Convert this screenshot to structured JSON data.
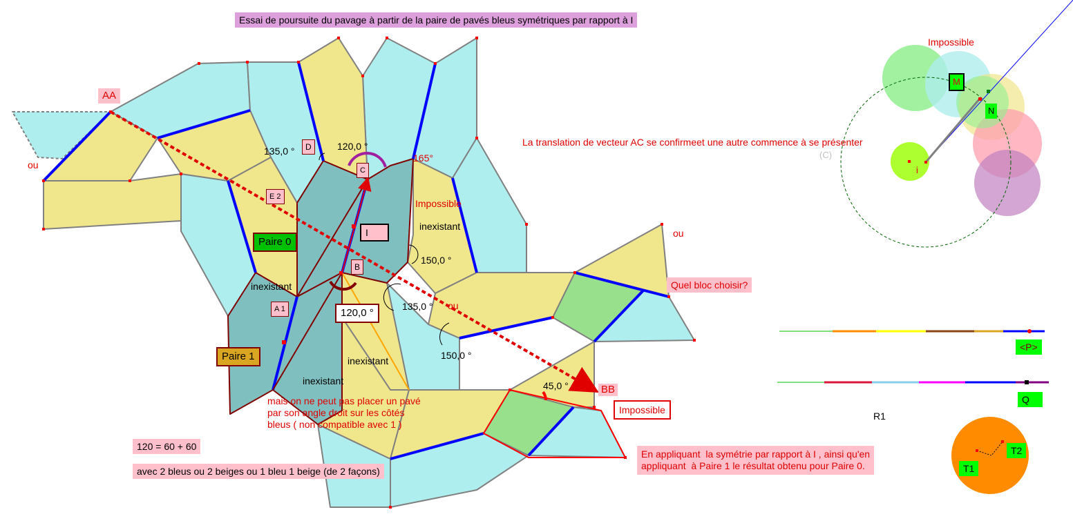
{
  "title": "Essai de poursuite du pavage à partir de la paire de pavés bleus symétriques par rapport à I",
  "colors": {
    "beige": "#f0e68c",
    "cyan": "#afeeee",
    "teal": "#7fbfbf",
    "green": "#98e08c",
    "blue": "#0000ff",
    "red": "#ff0000",
    "maroon": "#800000",
    "pink": "#ffc0cb",
    "violet": "#dda0dd",
    "lime": "#00ff00",
    "orange": "#ff8c00"
  },
  "points": {
    "AA": "AA",
    "BB": "BB",
    "C": "C",
    "D": "D",
    "B": "B",
    "I": "I",
    "E2": "E 2",
    "A1": "A 1",
    "M": "M",
    "N": "N",
    "i": "i",
    "C_circle": "(C)",
    "P": "<P>",
    "Q": "Q",
    "R1": "R1",
    "T1": "T1",
    "T2": "T2"
  },
  "angles": {
    "a135_top": "135,0 °",
    "a120_top": "120,0 °",
    "a165": "165°",
    "a150_a": "150,0 °",
    "a135_mid": "135,0 °",
    "a150_b": "150,0 °",
    "a120_box": "120,0 °",
    "a45": "45,0 °"
  },
  "labels": {
    "pair0": "Paire 0",
    "pair1": "Paire 1",
    "impossible_1": "Impossible",
    "impossible_2": "Impossible",
    "impossible_box": "Impossible",
    "inexistant_1": "inexistant",
    "inexistant_2": "inexistant",
    "inexistant_3": "inexistant",
    "inexistant_4": "inexistant",
    "ou_1": "ou",
    "ou_2": "ou",
    "ou_3": "ou",
    "quel_bloc": "Quel bloc choisir?",
    "translation": "La translation de vecteur AC se confirmeet une autre commence à se présenter",
    "note_angle": "mais on ne peut pas placer un pavé\npar son angle droit sur les côtés\nbleus ( non compatible avec 1 )",
    "formula": "120 = 60 + 60",
    "combos": "avec 2 bleus ou  2 beiges ou 1 bleu 1 beige (de 2 façons)",
    "conclusion": "En appliquant  la symétrie par rapport à I , ainsi qu'en\nappliquant  à Paire 1 le résultat obtenu pour Paire 0."
  }
}
